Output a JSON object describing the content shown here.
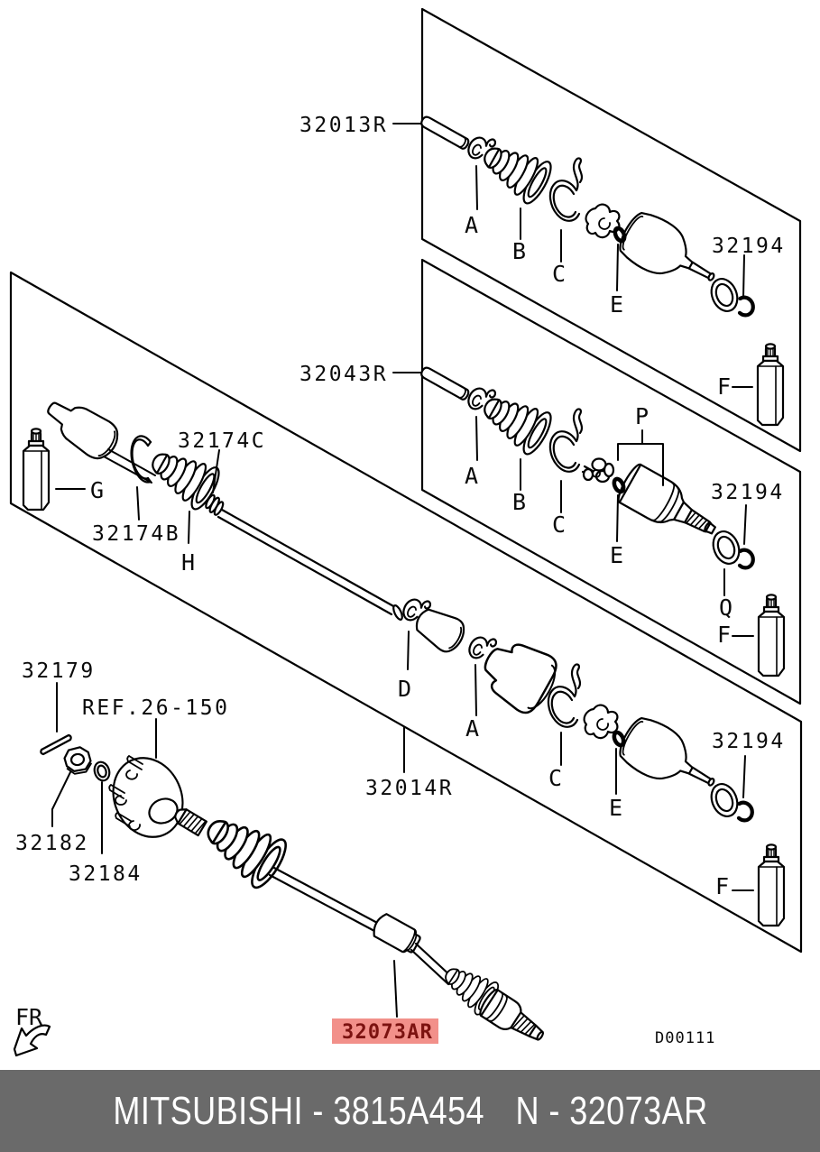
{
  "colors": {
    "paper": "#ffffff",
    "line": "#000000",
    "highlight_bg": "#f2908a",
    "highlight_fg": "#7c1210",
    "footer_bg": "#6a6a6a",
    "footer_fg": "#ffffff"
  },
  "footer": {
    "left": "MITSUBISHI - 3815A454",
    "right": "N - 32073AR"
  },
  "stamp": "D00111",
  "orientation": "FR",
  "highlight_label": "32073AR",
  "part_numbers": {
    "assembly_top": "32013R",
    "assembly_middle": "32043R",
    "assembly_lower": "32014R",
    "seal_top": "32194",
    "seal_middle": "32194",
    "seal_lower": "32194",
    "boot_band_outer": "32174C",
    "boot_band_inner": "32174B",
    "cotter_pin": "32179",
    "hub_reference": "REF.26-150",
    "drive_shaft_nut": "32182",
    "washer": "32184"
  },
  "callouts": {
    "a1": "A",
    "b1": "B",
    "c1": "C",
    "e1": "E",
    "f1": "F",
    "a2": "A",
    "b2": "B",
    "c2": "C",
    "e2": "E",
    "p": "P",
    "q": "Q",
    "f2": "F",
    "g": "G",
    "h": "H",
    "d": "D",
    "a3": "A",
    "c3": "C",
    "e3": "E",
    "f3": "F"
  }
}
